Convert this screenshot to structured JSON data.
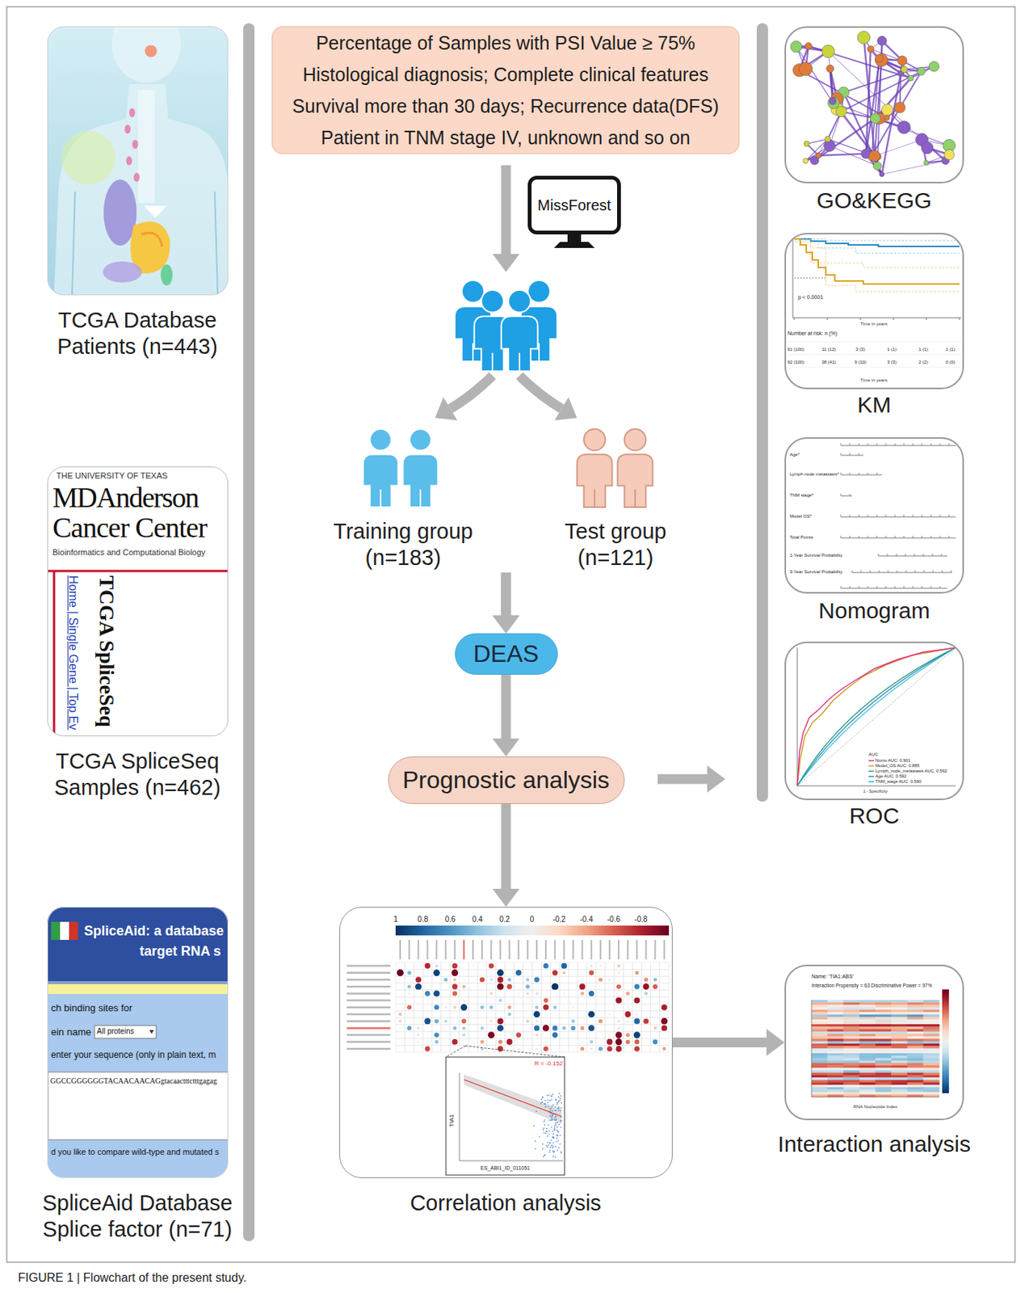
{
  "diagram": {
    "caption": "FIGURE 1 | Flowchart of the present study.",
    "nodes": [
      {
        "text": [
          "TCGA Database Patients (n=443)"
        ]
      },
      {
        "text": [
          "TCGA SpliceSeq Samples (n=462)"
        ]
      },
      {
        "text": [
          "SpliceAid Database Splice factor (n=71)"
        ]
      },
      {
        "text": [
          "Percentage of Samples with PSI Value ≥ 75%",
          "Histological diagnosis; Complete clinical features",
          "Survival more than 30 days; Recurrence data(DFS)",
          "Patient in TNM stage IV, unknown and so on"
        ]
      },
      {
        "text": [
          "MissForest"
        ]
      },
      {
        "text": [
          "Training group (n=183)"
        ]
      },
      {
        "text": [
          "Test group (n=121)"
        ]
      },
      {
        "text": [
          "DEAS"
        ]
      },
      {
        "text": [
          "Prognostic analysis"
        ]
      },
      {
        "text": [
          "Correlation analysis"
        ]
      },
      {
        "text": [
          "GO&KEGG"
        ]
      },
      {
        "text": [
          "KM"
        ]
      },
      {
        "text": [
          "Nomogram"
        ]
      },
      {
        "text": [
          "ROC"
        ]
      },
      {
        "text": [
          "Interaction analysis"
        ]
      }
    ],
    "edges": [
      {
        "from": 5,
        "to": 7,
        "arrow": "to"
      },
      {
        "from": 6,
        "to": 7,
        "arrow": "to"
      },
      {
        "from": 7,
        "to": 8,
        "arrow": "to"
      },
      {
        "from": 8,
        "to": 9,
        "arrow": "to"
      },
      {
        "from": 9,
        "to": 14,
        "arrow": "to"
      }
    ],
    "labels": [
      "THE UNIVERSITY OF TEXAS",
      "MDAnderson",
      "Cancer Center",
      "Bioinformatics and Computational Biology",
      "Home | Single Gene | Top Ev",
      "TCGA SpliceSeq",
      "SpliceAid: a database",
      "target RNA s",
      "ch binding sites for",
      "ein name",
      "All proteins",
      "enter your sequence (only in plain text, m",
      "GGCCGGGGGGTACAACAACAGgtacaactttctttgagag",
      "d you like to compare wild-type and mutated s",
      "1",
      "0.8",
      "0.6",
      "0.4",
      "0.2",
      "0",
      "-0.2",
      "-0.4",
      "-0.6",
      "-0.8",
      "R = -0.152",
      "TIA1",
      "ES_ABI1_ID_011051",
      "p < 0.0001",
      "Time in years",
      "Number at risk: n (%)",
      "91 (100)",
      "11 (12)",
      "3 (3)",
      "1 (1)",
      "1 (1)",
      "1 (1)",
      "92 (100)",
      "38 (41)",
      "9 (10)",
      "3 (3)",
      "2 (2)",
      "0 (0)",
      "Time in years",
      "Age*",
      "Lymph node metastasis*",
      "TNM stage*",
      "Model OS*",
      "Total Points",
      "1-Year Survival Probability",
      "3-Year Survival Probability",
      "AUC",
      "Name: 'TIA1:ABS'",
      "Interaction Propensity = 63 Discriminative Power = 97%",
      "RNA Nucleotide Index",
      "1 - Specificity"
    ],
    "legend": [
      {
        "text": "Nomo AUC: 0.901"
      },
      {
        "text": "Model_OS AUC: 0.885"
      },
      {
        "text": "Lymph_node_metastasis AUC: 0.592"
      },
      {
        "text": "Age AUC: 0.592"
      },
      {
        "text": "TNM_stage AUC: 0.590"
      }
    ]
  }
}
